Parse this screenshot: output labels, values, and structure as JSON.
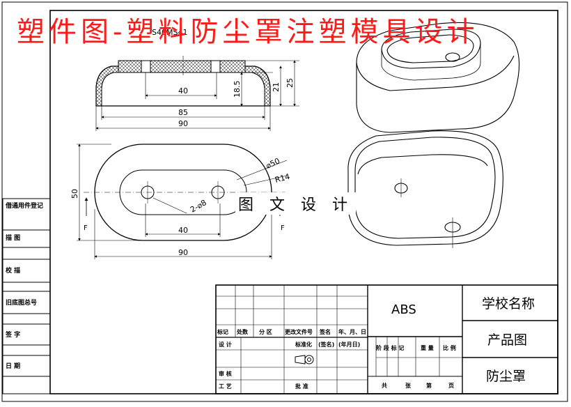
{
  "banner": {
    "title": "塑件图-塑料防尘罩注塑模具设计"
  },
  "watermark": {
    "text": "图 文 设 计"
  },
  "side_table": {
    "rows": [
      "借通用件登记",
      "描 图",
      "校 描",
      "旧底图总号",
      "签 字",
      "日 期"
    ]
  },
  "part_drawing": {
    "top_label": "S40MS41",
    "front_view": {
      "dim_40": "40",
      "dim_85": "85",
      "dim_90": "90",
      "dim_18_5": "18.5",
      "dim_21": "21",
      "dim_25": "25"
    },
    "plan_view": {
      "dim_50_height": "50",
      "dim_phi50": "⌀50",
      "dim_r14": "R14",
      "dim_2phi8": "2-⌀8",
      "dim_40": "40",
      "dim_90": "90",
      "section_f_left": "F",
      "section_f_right": "F"
    }
  },
  "title_block": {
    "material": "ABS",
    "school": "学校名称",
    "drawing_type": "产品图",
    "part_name": "防尘罩",
    "rev_headers": [
      "标记",
      "处数",
      "分 区",
      "更改文件号",
      "签名",
      "年、月、日"
    ],
    "approval_rows": {
      "design": "设 计",
      "standardize": "标准化",
      "sign": "(签名)",
      "date": "(年月日)",
      "review": "审 核",
      "process": "工 艺",
      "approve": "批 准"
    },
    "stage_headers": [
      "阶 段 标 记",
      "重 量",
      "比 例"
    ],
    "sheet_info": [
      "共",
      "张",
      "第",
      "页"
    ]
  }
}
